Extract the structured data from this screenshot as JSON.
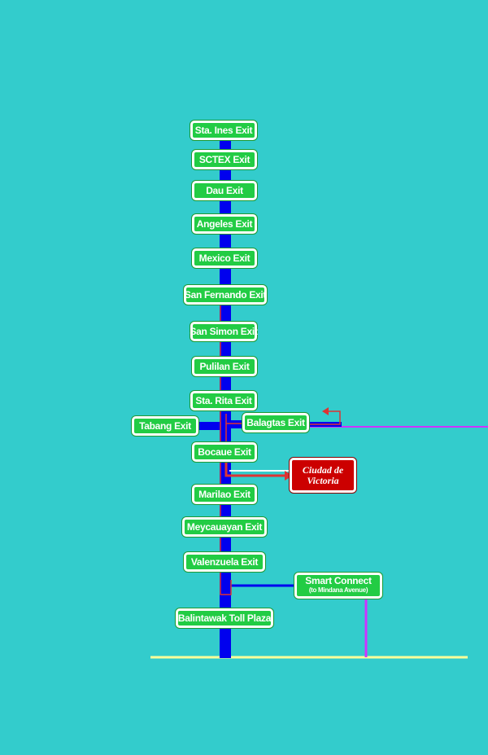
{
  "exits": [
    {
      "id": "sta-ines",
      "label": "Sta. Ines Exit"
    },
    {
      "id": "sctex",
      "label": "SCTEX Exit"
    },
    {
      "id": "dau",
      "label": "Dau Exit"
    },
    {
      "id": "angeles",
      "label": "Angeles  Exit"
    },
    {
      "id": "mexico",
      "label": "Mexico Exit"
    },
    {
      "id": "san-fernando",
      "label": "San Fernando Exit"
    },
    {
      "id": "san-simon",
      "label": "San Simon Exit"
    },
    {
      "id": "pulilan",
      "label": "Pulilan Exit"
    },
    {
      "id": "sta-rita",
      "label": "Sta. Rita Exit"
    },
    {
      "id": "tabang",
      "label": "Tabang Exit"
    },
    {
      "id": "balagtas",
      "label": "Balagtas Exit"
    },
    {
      "id": "bocaue",
      "label": "Bocaue Exit"
    },
    {
      "id": "marilao",
      "label": "Marilao Exit"
    },
    {
      "id": "meycauayan",
      "label": "Meycauayan Exit"
    },
    {
      "id": "valenzuela",
      "label": "Valenzuela Exit"
    },
    {
      "id": "balintawak",
      "label": "Balintawak Toll Plaza"
    }
  ],
  "smart_connect": {
    "label": "Smart Connect",
    "sublabel": "(to Mindana Avenue)"
  },
  "ciudad": {
    "line1": "Ciudad de",
    "line2": "Victoria"
  },
  "colors": {
    "background": "#33cccc",
    "expressway": "#0000ee",
    "exit_sign": "#22cc44",
    "link_road": "#dd3333",
    "purple_road": "#cc33ff",
    "baseline": "#ffff99",
    "ciudad_sign": "#cc0000"
  }
}
